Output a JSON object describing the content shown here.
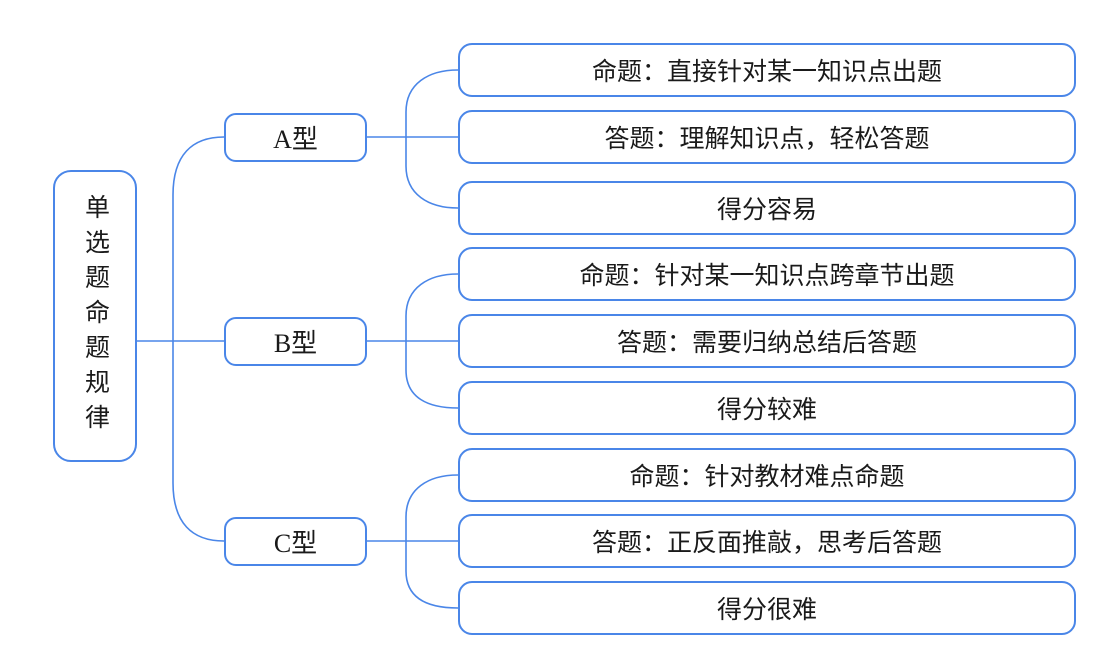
{
  "diagram": {
    "title_hint": "单选题命题规律思维导图",
    "root": {
      "label": "单选题命题规律"
    },
    "branches": [
      {
        "label": "A型",
        "leaves": [
          "命题：直接针对某一知识点出题",
          "答题：理解知识点，轻松答题",
          "得分容易"
        ]
      },
      {
        "label": "B型",
        "leaves": [
          "命题：针对某一知识点跨章节出题",
          "答题：需要归纳总结后答题",
          "得分较难"
        ]
      },
      {
        "label": "C型",
        "leaves": [
          "命题：针对教材难点命题",
          "答题：正反面推敲，思考后答题",
          "得分很难"
        ]
      }
    ],
    "colors": {
      "line": "#4a86e8",
      "text": "#1a1a1a",
      "background": "#ffffff"
    }
  }
}
